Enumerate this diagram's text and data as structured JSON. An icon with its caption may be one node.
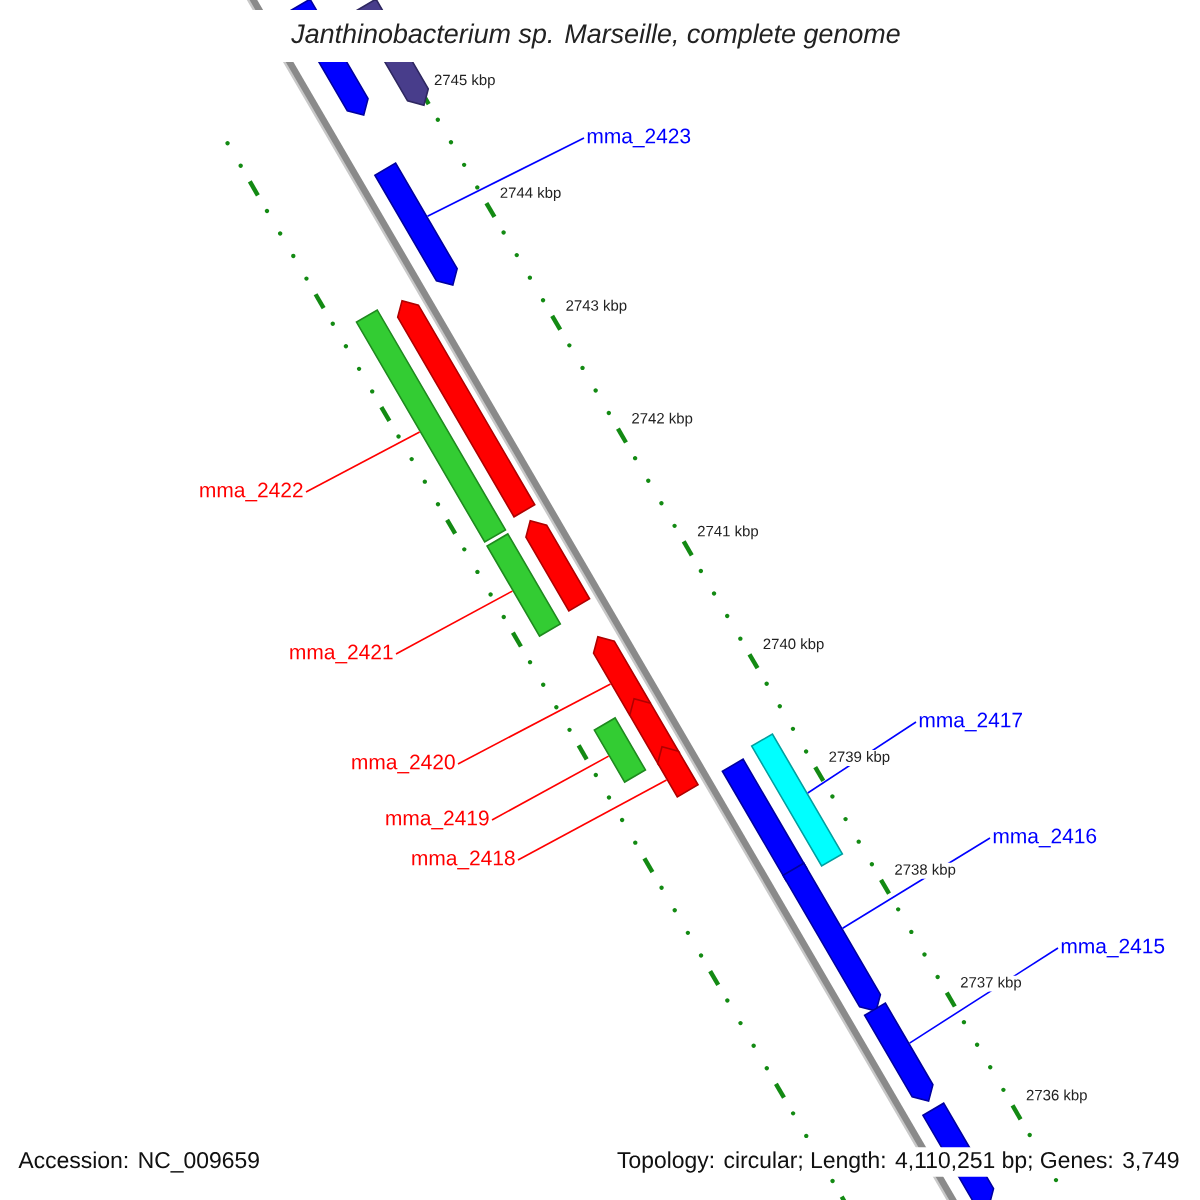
{
  "diagram": {
    "title": "Janthinobacterium sp. Marseille, complete genome",
    "nodes": [
      {
        "text": [
          "mma_2423"
        ]
      },
      {
        "text": [
          "mma_2422"
        ]
      },
      {
        "text": [
          "mma_2421"
        ]
      },
      {
        "text": [
          "mma_2417"
        ]
      },
      {
        "text": [
          "mma_2420"
        ]
      },
      {
        "text": [
          "mma_2419"
        ]
      },
      {
        "text": [
          "mma_2416"
        ]
      },
      {
        "text": [
          "mma_2418"
        ]
      },
      {
        "text": [
          "mma_2415"
        ]
      },
      {
        "text": [],
        "shape": "bar"
      },
      {
        "text": [],
        "shape": "bar"
      },
      {
        "text": [],
        "shape": "bar"
      },
      {
        "text": [],
        "shape": "bar"
      },
      {
        "text": [],
        "shape": "bar"
      },
      {
        "text": [],
        "shape": "bar"
      },
      {
        "text": [],
        "shape": "bar"
      },
      {
        "text": [],
        "shape": "bar"
      },
      {
        "text": [],
        "shape": "bar"
      },
      {
        "text": [],
        "shape": "bar"
      },
      {
        "text": [],
        "shape": "bar"
      },
      {
        "text": [],
        "shape": "bar"
      },
      {
        "text": [],
        "shape": "bar"
      },
      {
        "text": [],
        "shape": "bar"
      },
      {
        "text": [],
        "shape": "bar"
      },
      {
        "text": [],
        "shape": "bar"
      }
    ],
    "edges": [
      {
        "from": 0,
        "to": 11,
        "arrow": "none",
        "color": "#0000ff"
      },
      {
        "from": 1,
        "to": 13,
        "arrow": "none"
      },
      {
        "from": 2,
        "to": 15,
        "arrow": "none"
      },
      {
        "from": 3,
        "to": 19,
        "arrow": "none",
        "color": "#0000ff"
      },
      {
        "from": 4,
        "to": 16,
        "arrow": "none"
      },
      {
        "from": 5,
        "to": 18,
        "arrow": "none"
      },
      {
        "from": 6,
        "to": 22,
        "arrow": "none",
        "color": "#0000ff"
      },
      {
        "from": 7,
        "to": 20,
        "arrow": "none"
      },
      {
        "from": 8,
        "to": 23,
        "arrow": "none",
        "color": "#0000ff"
      }
    ],
    "labels": [
      "2745 kbp",
      "2744 kbp",
      "2743 kbp",
      "2742 kbp",
      "2741 kbp",
      "2740 kbp",
      "2739 kbp",
      "2738 kbp",
      "2737 kbp",
      "2736 kbp",
      "Accession: NC_009659",
      "Topology: circular; Length: 4,110,251 bp; Genes: 3,749"
    ]
  }
}
